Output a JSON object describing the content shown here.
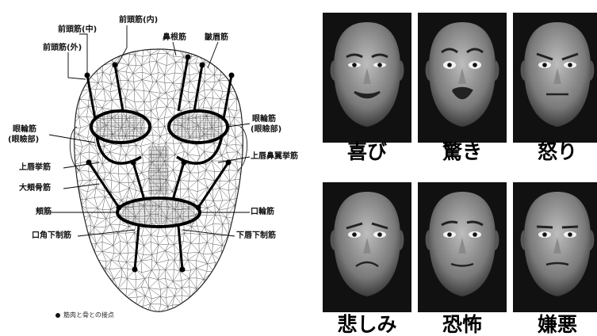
{
  "diagram": {
    "muscle_labels": {
      "frontalis_inner": "前頭筋(内)",
      "frontalis_middle": "前頭筋(中)",
      "frontalis_outer": "前頭筋(外)",
      "nasalis": "鼻根筋",
      "corrugator": "皺眉筋",
      "orbicularis_oculi_right": "眼輪筋",
      "orbicularis_oculi_right_sub": "(眼瞼部)",
      "orbicularis_oculi_left": "眼輪筋",
      "orbicularis_oculi_left_sub": "(眼瞼部)",
      "levator_labii_alaeque": "上唇鼻翼挙筋",
      "levator_labii": "上唇挙筋",
      "zygomaticus_major": "大頬骨筋",
      "buccinator": "頬筋",
      "orbicularis_oris": "口輪筋",
      "depressor_anguli": "口角下制筋",
      "depressor_labii": "下唇下制筋"
    },
    "footnote": "筋肉と骨との接点"
  },
  "faces": [
    {
      "caption": "喜び",
      "expression": "happy"
    },
    {
      "caption": "驚き",
      "expression": "surprise"
    },
    {
      "caption": "怒り",
      "expression": "anger"
    },
    {
      "caption": "悲しみ",
      "expression": "sad"
    },
    {
      "caption": "恐怖",
      "expression": "fear"
    },
    {
      "caption": "嫌悪",
      "expression": "disgust"
    }
  ]
}
